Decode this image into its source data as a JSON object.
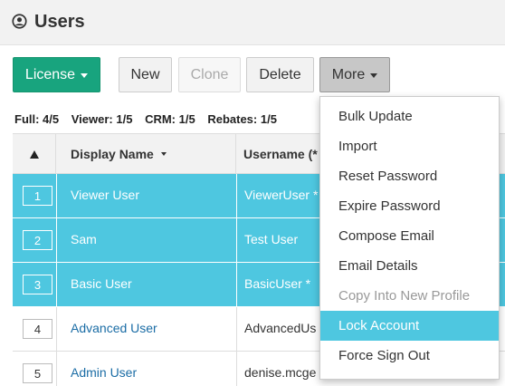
{
  "page": {
    "title": "Users"
  },
  "toolbar": {
    "license_label": "License",
    "new_label": "New",
    "clone_label": "Clone",
    "delete_label": "Delete",
    "more_label": "More"
  },
  "counts": {
    "full": "Full: 4/5",
    "viewer": "Viewer: 1/5",
    "crm": "CRM: 1/5",
    "rebates": "Rebates: 1/5"
  },
  "table": {
    "headers": {
      "display_name": "Display Name",
      "username": "Username (*"
    },
    "rows": [
      {
        "num": "1",
        "name": "Viewer User",
        "username": "ViewerUser *",
        "selected": true
      },
      {
        "num": "2",
        "name": "Sam",
        "username": "Test User",
        "selected": true
      },
      {
        "num": "3",
        "name": "Basic User",
        "username": "BasicUser *",
        "selected": true
      },
      {
        "num": "4",
        "name": "Advanced User",
        "username": "AdvancedUs",
        "selected": false
      },
      {
        "num": "5",
        "name": "Admin User",
        "username": "denise.mcge",
        "selected": false
      }
    ]
  },
  "more_menu": {
    "items": [
      {
        "label": "Bulk Update"
      },
      {
        "label": "Import"
      },
      {
        "label": "Reset Password"
      },
      {
        "label": "Expire Password"
      },
      {
        "label": "Compose Email"
      },
      {
        "label": "Email Details"
      },
      {
        "label": "Copy Into New Profile",
        "disabled": true
      },
      {
        "label": "Lock Account",
        "active": true
      },
      {
        "label": "Force Sign Out"
      }
    ]
  },
  "colors": {
    "primary": "#18a47e",
    "selection": "#4ec7e0",
    "link": "#1a6ca5"
  }
}
